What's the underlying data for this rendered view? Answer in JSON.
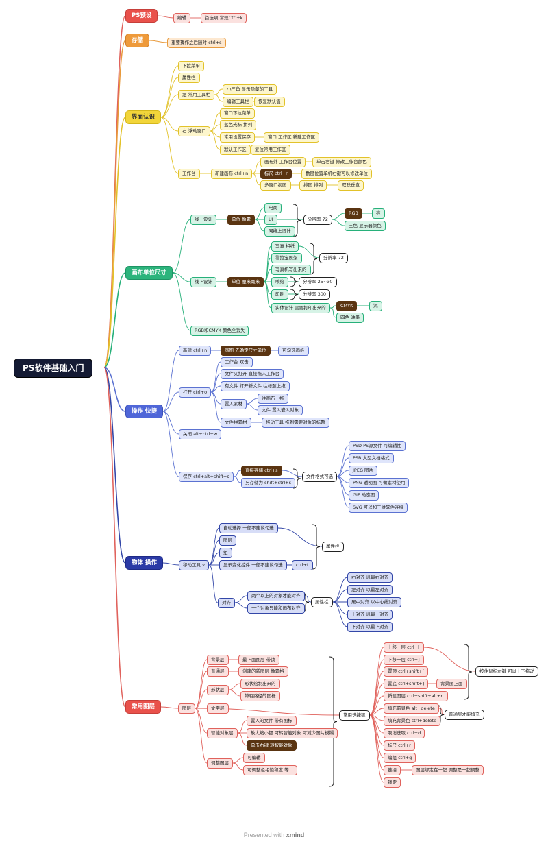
{
  "root": {
    "label": "PS软件基础入门"
  },
  "footer": {
    "prefix": "Presented with",
    "brand": "xmind"
  },
  "branches": [
    {
      "id": "b1",
      "label": "PS预设",
      "color": "#e0625c"
    },
    {
      "id": "b2",
      "label": "存储",
      "color": "#e89a3c"
    },
    {
      "id": "b3",
      "label": "界面认识",
      "color": "#e2c22a"
    },
    {
      "id": "b4",
      "label": "画布单位尺寸",
      "color": "#27b07a"
    },
    {
      "id": "b5",
      "label": "操作 快捷",
      "color": "#5b72d1"
    },
    {
      "id": "b6",
      "label": "物体 操作",
      "color": "#3347a8"
    },
    {
      "id": "b7",
      "label": "常用图层",
      "color": "#e0625c"
    }
  ],
  "nodes": {
    "n1": "编辑",
    "n2": "首选项 常规Ctrl+k",
    "n3": "重要操作之后随时 ctrl+s",
    "n4": "下拉菜单",
    "n5": "属性栏",
    "n6": "左 常用工具栏",
    "n7": "小三角 显示隐藏的工具",
    "n8": "编辑工具栏",
    "n9": "恢复默认值",
    "n10": "右 浮动窗口",
    "n11": "窗口下拉菜单",
    "n12": "蓝色光标 拼列",
    "n13": "常用设置保存",
    "n14": "窗口 工作区 新建工作区",
    "n15": "默认工作区",
    "n16": "复位常用工作区",
    "n17": "工作台",
    "n18": "新建画布 ctrl+n",
    "n19": "画布外 工作台位置",
    "n20": "单击右键 修改工作台颜色",
    "n21": "标尺 ctrl+r",
    "n22": "勤度位置单机右键可以修改单位",
    "n23": "多窗口视图",
    "n24": "排图 排列",
    "n25": "双联垂直",
    "n26": "线上设计",
    "n27": "单位 像素",
    "n28": "电商",
    "n29": "UI",
    "n30": "网络上设计",
    "n31": "分辨率 72",
    "n32": "RGB",
    "n33": "亮",
    "n34": "三色 显示器颜色",
    "n35": "线下设计",
    "n36": "单位 厘米毫米",
    "n37": "写真 相纸",
    "n38": "看拉宝展架",
    "n39": "写真机写出来的",
    "n40": "分辨率 72",
    "n41": "喷绘",
    "n42": "分辨率 25~30",
    "n43": "印刷",
    "n44": "分辨率 300",
    "n45": "实体设计 需要打印出来的",
    "n46": "CMYK",
    "n47": "沉",
    "n48": "四色 油墨",
    "n49": "RGB和CMYK 颜色全丢失",
    "n50": "新建 ctrl+n",
    "n51": "画图 先确定尺寸单位",
    "n52": "可勾选画板",
    "n53": "打开 ctrl+o",
    "n54": "工作台 双击",
    "n55": "文件夹打开 直接拖入工作台",
    "n56": "有文件 打开新文件 往标题上拖",
    "n57": "置入素材",
    "n58": "往画布上拖",
    "n59": "文件 置入嵌入对象",
    "n60": "文件拼素材",
    "n61": "移动工具 拖到需要对象的标题",
    "n62": "关闭 alt+ctrl+w",
    "n63": "保存 ctrl+alt+shift+s",
    "n64": "直接存储 ctrl+s",
    "n65": "另存储为 shift+ctrl+s",
    "n66": "文件格式可选",
    "n67": "PSD PS源文件 可编辑性",
    "n68": "PSB 大型文档格式",
    "n69": "JPEG 图片",
    "n70": "PNG 透明图 可做素材使用",
    "n71": "GIF 动态图",
    "n72": "SVG 可以和三维软件连接",
    "n73": "移动工具 v",
    "n74": "自动选择 一般不建议勾选",
    "n75": "图层",
    "n76": "组",
    "n77": "显示变化控件 一般不建议勾选",
    "n78": "ctrl+t",
    "n79": "属性栏",
    "n80": "对齐",
    "n81": "两个以上的对象才能对齐",
    "n82": "一个对象只能和画布对齐",
    "n83": "属性栏",
    "n84": "右对齐 以最右对齐",
    "n85": "左对齐 以最左对齐",
    "n86": "居中对齐 以中心线对齐",
    "n87": "上对齐 以最上对齐",
    "n88": "下对齐 以最下对齐",
    "n89": "图层",
    "n90": "背景层",
    "n91": "最下面图层 带锁",
    "n92": "普通层",
    "n93": "创建的新图层 像素格",
    "n94": "形状层",
    "n95": "形状绘制出来的",
    "n96": "带有路径的图标",
    "n97": "文字层",
    "n98": "智能对象层",
    "n99": "置入的文件 带有图标",
    "n100": "放大缩小都 可转智能对象 可减少图片模糊",
    "n101": "单击右键 转智能对象",
    "n102": "调整图层",
    "n103": "可编辑",
    "n104": "可调整色相饱和度 等...",
    "n105": "常用快捷键",
    "n106": "上移一层 ctrl+[",
    "n107": "下移一层 ctrl+]",
    "n108": "置顶 ctrl+shift+[",
    "n109": "置底 ctrl+shift+]",
    "n110": "背景图上面",
    "n111": "新建图层 ctrl+shift+alt+n",
    "n112": "按住鼠标左键 可以上下拖动",
    "n113": "填充前景色 alt+delete",
    "n114": "填充背景色 ctrl+delete",
    "n115": "普通层才能填充",
    "n116": "取消选取 ctrl+d",
    "n117": "标尺 ctrl+r",
    "n118": "编组 ctrl+g",
    "n119": "链接",
    "n120": "图层绑定在一起 调整是一起调整",
    "n121": "锁定"
  }
}
